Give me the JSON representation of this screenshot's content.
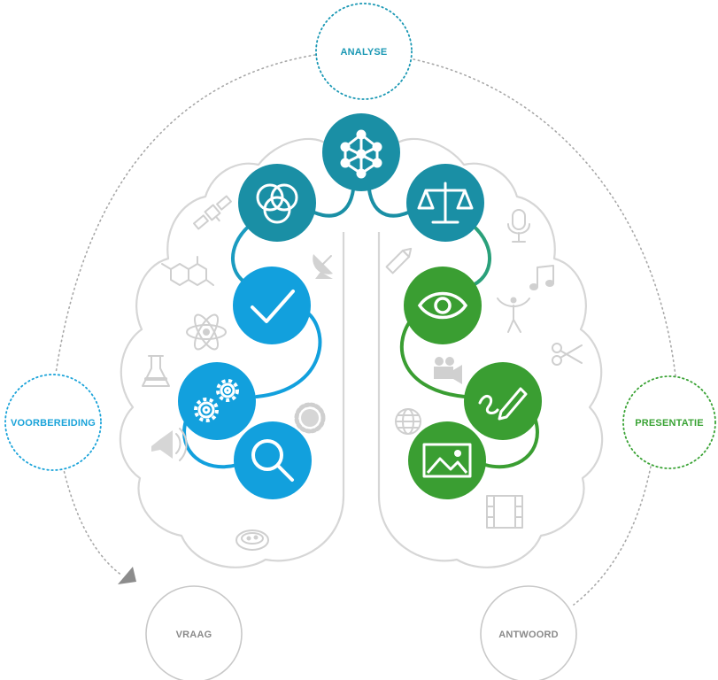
{
  "stages": {
    "analyse": {
      "label": "ANALYSE",
      "color": "#1a98b4"
    },
    "voorbereiding": {
      "label": "VOORBEREIDING",
      "color": "#1aa3d9"
    },
    "presentatie": {
      "label": "PRESENTATIE",
      "color": "#3aa335"
    },
    "vraag": {
      "label": "VRAAG",
      "color": "#8a8a8a"
    },
    "antwoord": {
      "label": "ANTWOORD",
      "color": "#8a8a8a"
    }
  },
  "colors": {
    "teal": "#1a8fa5",
    "blue": "#12a0dd",
    "green": "#3a9e32",
    "outline": "#d4d4d4",
    "ghost_icon": "#d0d0d0",
    "dotted_ring": "#a8a8a8"
  },
  "nodes": [
    {
      "name": "network-icon",
      "group": "teal"
    },
    {
      "name": "venn-icon",
      "group": "teal"
    },
    {
      "name": "scales-icon",
      "group": "teal"
    },
    {
      "name": "checkmark-icon",
      "group": "blue"
    },
    {
      "name": "gears-icon",
      "group": "blue"
    },
    {
      "name": "search-icon",
      "group": "blue"
    },
    {
      "name": "eye-icon",
      "group": "green"
    },
    {
      "name": "pen-icon",
      "group": "green"
    },
    {
      "name": "picture-icon",
      "group": "green"
    }
  ],
  "ghost_icons": [
    "satellite-icon",
    "molecule-icon",
    "atom-icon",
    "flask-icon",
    "megaphone-icon",
    "petri-dish-icon",
    "satellite-dish-icon",
    "sun-gear-icon",
    "microphone-icon",
    "pencil-icon",
    "music-note-icon",
    "dancer-icon",
    "scissors-icon",
    "video-camera-icon",
    "globe-icon",
    "film-strip-icon"
  ]
}
